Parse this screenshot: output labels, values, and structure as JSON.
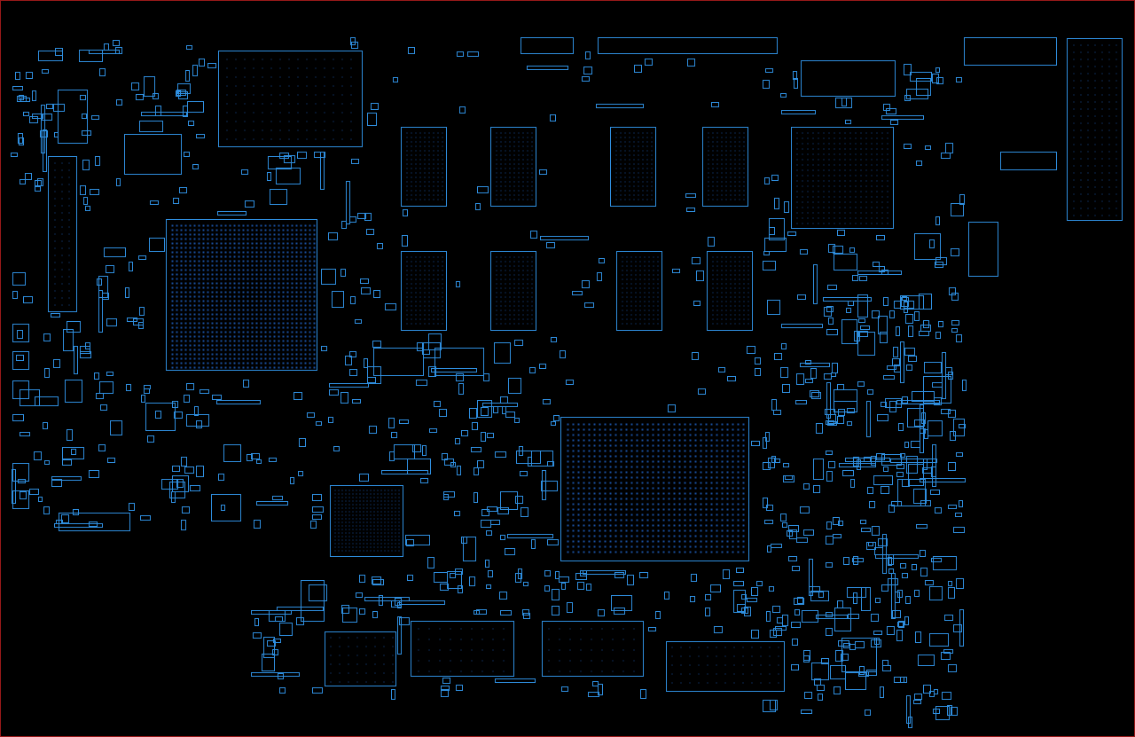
{
  "view": {
    "kind": "pcb-board-layout",
    "background": "#000000",
    "outline_color": "#2f8fe0",
    "pad_color": "#1a4fa0",
    "frame_color": "#9a1a1a"
  },
  "components": {
    "bga_chip": 5,
    "memory_chip": 8,
    "connector": 6,
    "passive": "many"
  }
}
